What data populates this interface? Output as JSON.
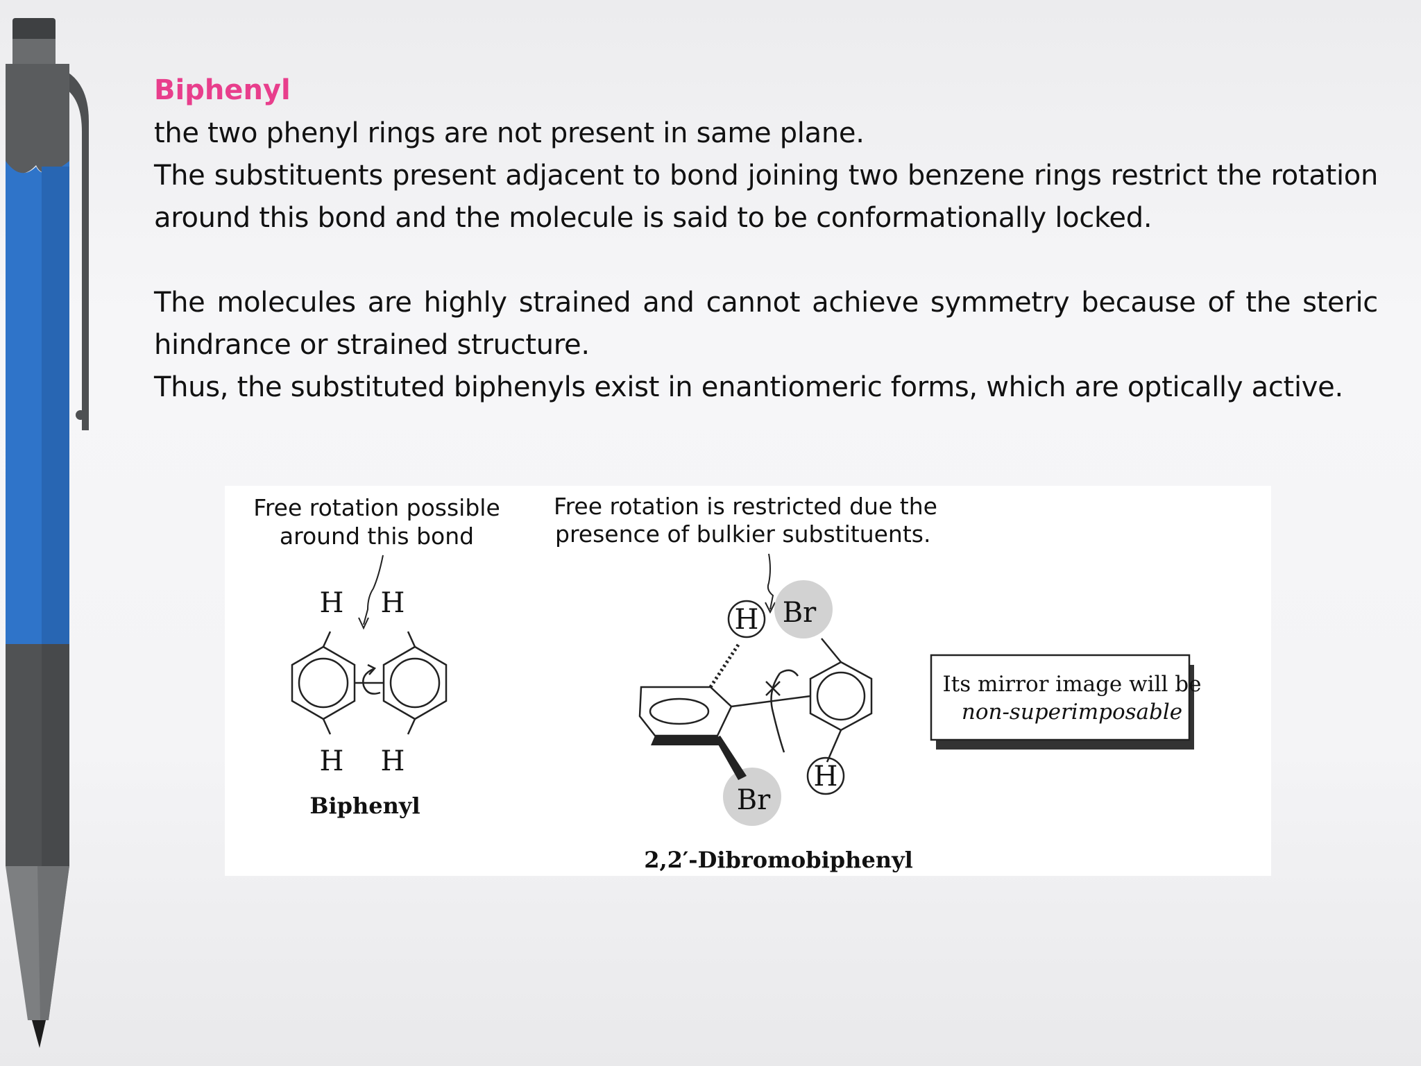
{
  "slide": {
    "title": "Biphenyl",
    "title_color": "#e83e8c",
    "paragraphs": [
      "the two phenyl rings are not present in same plane.",
      "The substituents present adjacent to bond joining two benzene rings restrict the rotation around this bond and the molecule is said to be conformationally locked.",
      " The molecules are highly strained and cannot achieve symmetry because of the steric hindrance or strained structure.",
      "Thus, the substituted biphenyls exist in enantiomeric forms, which are optically active."
    ]
  },
  "figure": {
    "left": {
      "annotation_line1": "Free rotation possible",
      "annotation_line2": "around this bond",
      "atom_h": "H",
      "caption": "Biphenyl"
    },
    "right": {
      "annotation_line1": "Free rotation is restricted due the",
      "annotation_line2": "presence of bulkier substituents.",
      "atom_h": "H",
      "atom_br": "Br",
      "caption": "2,2′-Dibromobiphenyl"
    },
    "note": {
      "line1": "Its mirror image will be",
      "line2": "non-superimposable"
    }
  },
  "decor": {
    "pen_icon": "pen-icon",
    "pen_blue": "#2f74c9",
    "pen_gray": "#555759"
  }
}
